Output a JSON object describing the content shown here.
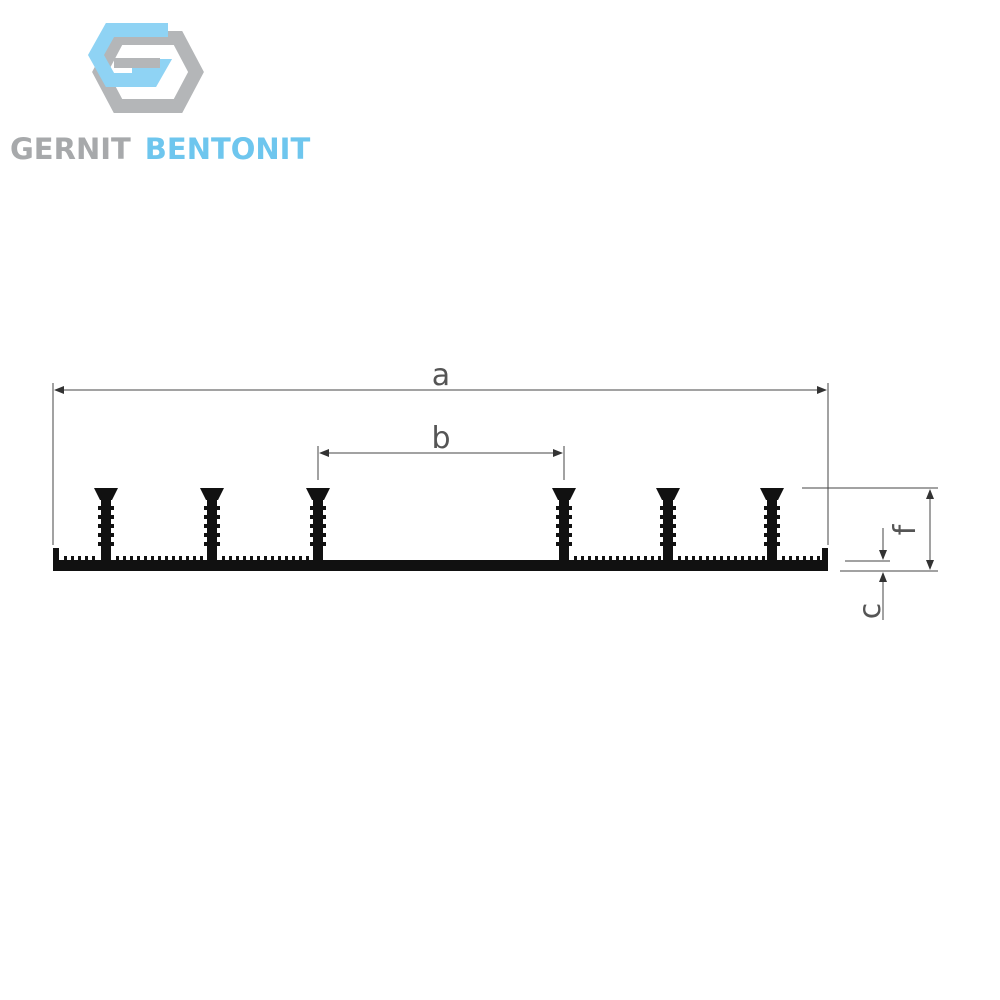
{
  "logo": {
    "word_1": "GERNIT",
    "word_2": "BENTONIT",
    "colors": {
      "grey": "#a7a9ab",
      "blue": "#8fd3f4",
      "blue_text": "#6ec6ee"
    }
  },
  "dimensions": {
    "a": "a",
    "b": "b",
    "c": "c",
    "f": "f"
  },
  "profile": {
    "stem_count": 6,
    "color": "#111111"
  }
}
